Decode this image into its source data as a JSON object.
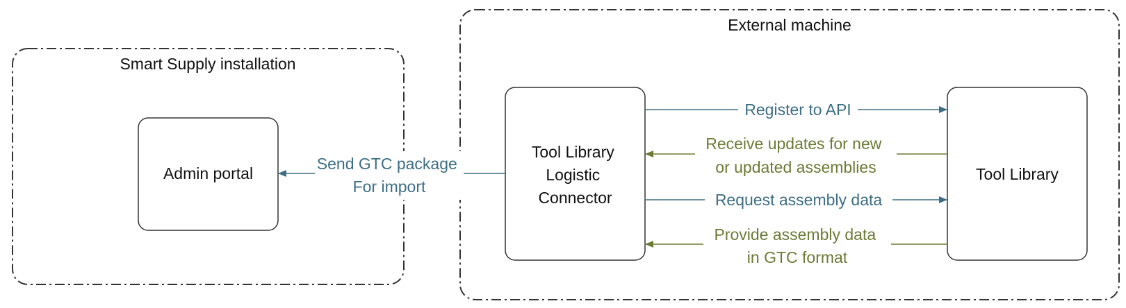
{
  "groups": {
    "smart_supply": {
      "title": "Smart Supply installation"
    },
    "external": {
      "title": "External machine"
    }
  },
  "nodes": {
    "admin_portal": {
      "label": "Admin portal"
    },
    "connector": {
      "lines": [
        "Tool Library",
        "Logistic",
        "Connector"
      ]
    },
    "tool_library": {
      "label": "Tool Library"
    }
  },
  "edges": {
    "send_gtc": {
      "lines": [
        "Send GTC package",
        "For import"
      ]
    },
    "register_api": {
      "lines": [
        "Register to API"
      ]
    },
    "receive_updates": {
      "lines": [
        "Receive updates for new",
        "or updated assemblies"
      ]
    },
    "request_data": {
      "lines": [
        "Request assembly data"
      ]
    },
    "provide_data": {
      "lines": [
        "Provide assembly data",
        "in GTC format"
      ]
    }
  },
  "colors": {
    "teal": "#3D6E84",
    "olive": "#6B7B35",
    "text": "#111111",
    "border": "#333333"
  }
}
